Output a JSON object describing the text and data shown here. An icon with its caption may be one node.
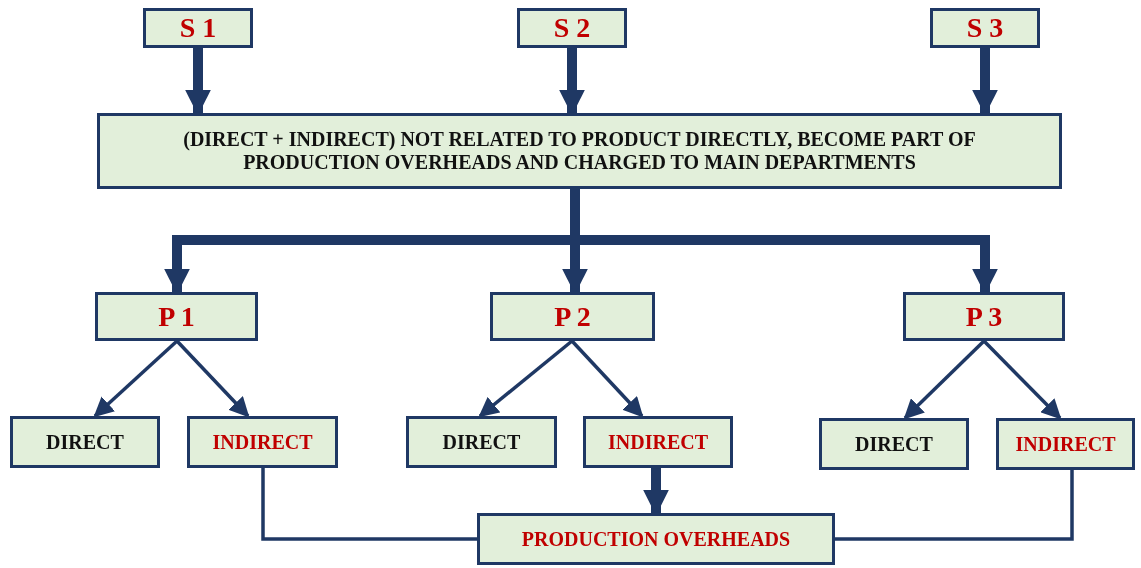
{
  "diagram": {
    "nodes": [
      {
        "text": [
          "S 1"
        ]
      },
      {
        "text": [
          "S 2"
        ]
      },
      {
        "text": [
          "S 3"
        ]
      },
      {
        "text": [
          "(DIRECT + INDIRECT) NOT RELATED TO PRODUCT DIRECTLY, BECOME PART OF PRODUCTION OVERHEADS AND CHARGED TO MAIN DEPARTMENTS"
        ]
      },
      {
        "text": [
          "P 1"
        ]
      },
      {
        "text": [
          "P 2"
        ]
      },
      {
        "text": [
          "P 3"
        ]
      },
      {
        "text": [
          "DIRECT"
        ]
      },
      {
        "text": [
          "INDIRECT"
        ]
      },
      {
        "text": [
          "DIRECT"
        ]
      },
      {
        "text": [
          "INDIRECT"
        ]
      },
      {
        "text": [
          "DIRECT"
        ]
      },
      {
        "text": [
          "INDIRECT"
        ]
      },
      {
        "text": [
          "PRODUCTION OVERHEADS"
        ]
      }
    ],
    "edges": [
      {
        "from": 0,
        "to": 3,
        "arrow": "to",
        "style": "thick"
      },
      {
        "from": 1,
        "to": 3,
        "arrow": "to",
        "style": "thick"
      },
      {
        "from": 2,
        "to": 3,
        "arrow": "to",
        "style": "thick"
      },
      {
        "from": 3,
        "to": 4,
        "arrow": "to",
        "style": "thick"
      },
      {
        "from": 3,
        "to": 5,
        "arrow": "to",
        "style": "thick"
      },
      {
        "from": 3,
        "to": 6,
        "arrow": "to",
        "style": "thick"
      },
      {
        "from": 4,
        "to": 7,
        "arrow": "to"
      },
      {
        "from": 4,
        "to": 8,
        "arrow": "to"
      },
      {
        "from": 5,
        "to": 9,
        "arrow": "to"
      },
      {
        "from": 5,
        "to": 10,
        "arrow": "to"
      },
      {
        "from": 6,
        "to": 11,
        "arrow": "to"
      },
      {
        "from": 6,
        "to": 12,
        "arrow": "to"
      },
      {
        "from": 8,
        "to": 13,
        "arrow": "none"
      },
      {
        "from": 10,
        "to": 13,
        "arrow": "to",
        "style": "thick"
      },
      {
        "from": 12,
        "to": 13,
        "arrow": "none"
      }
    ]
  }
}
